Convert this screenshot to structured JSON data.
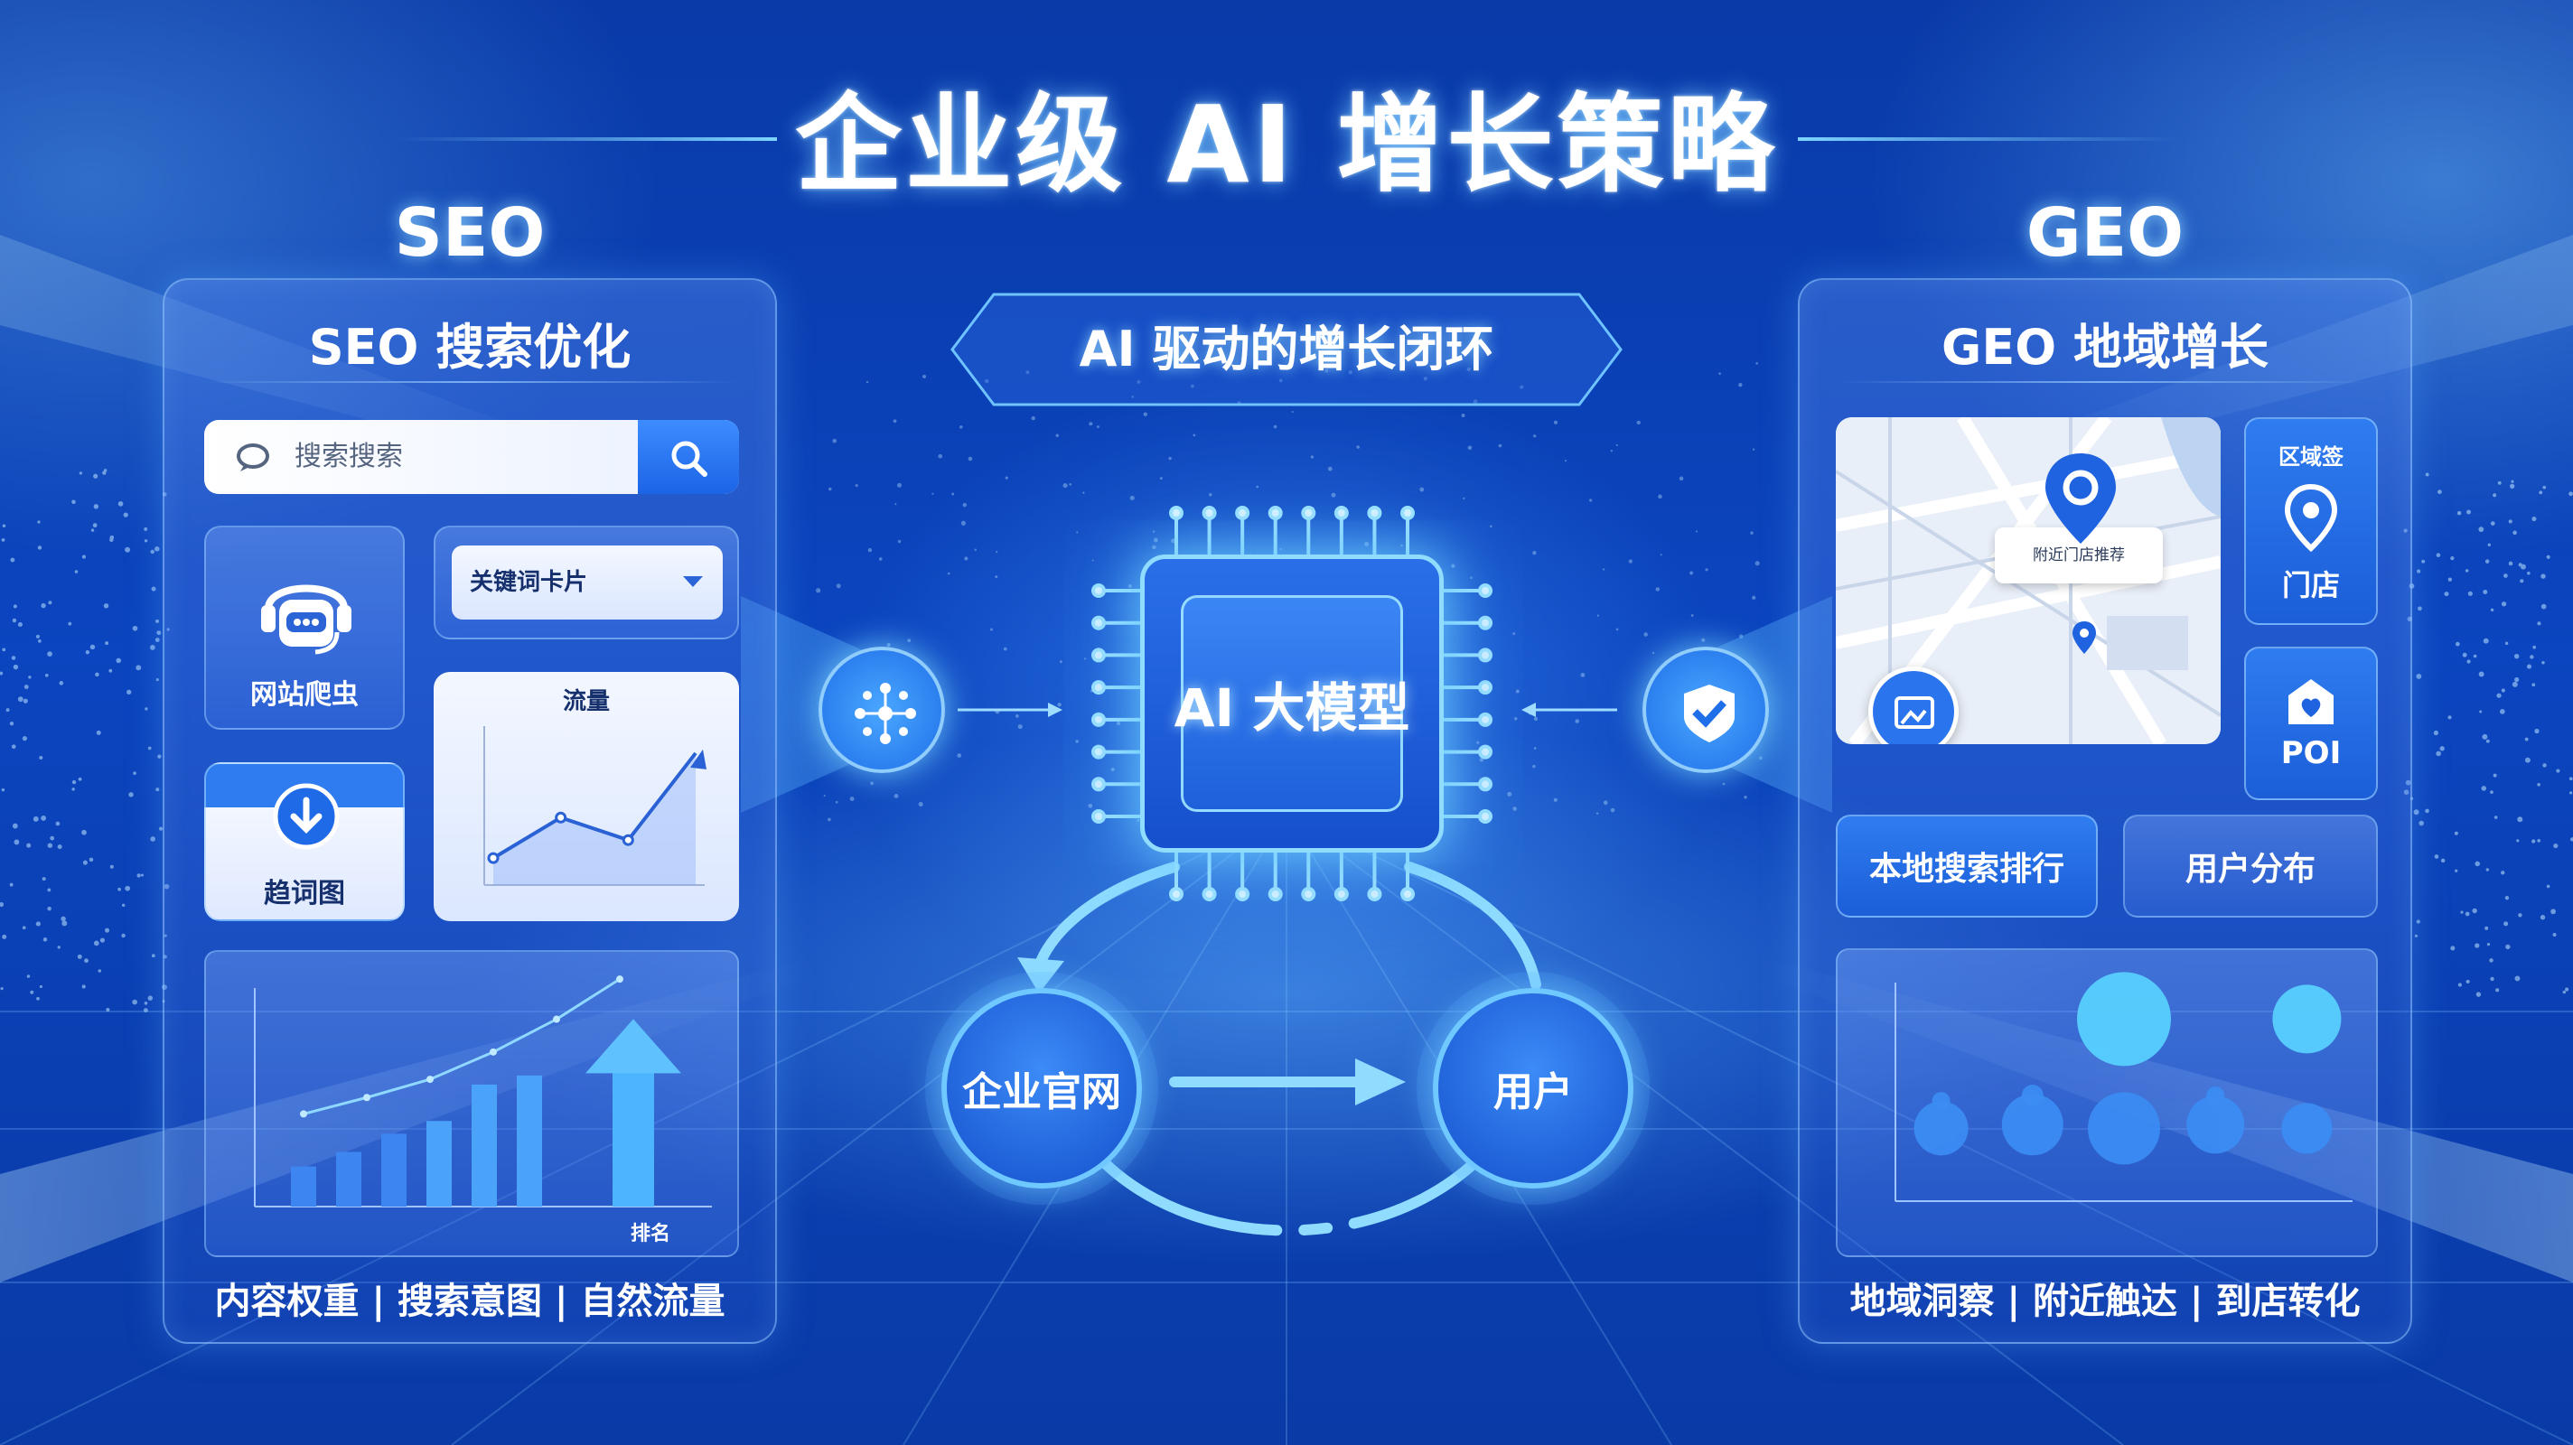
{
  "title": "企业级 AI 增长策略",
  "seo": {
    "heading": "SEO",
    "panel_title": "SEO 搜索优化",
    "search_placeholder": "搜索搜索",
    "crawler_label": "网站爬虫",
    "keyword_dropdown": "关键词卡片",
    "trend_label": "趋词图",
    "traffic_chart_title": "流量",
    "rank_label": "排名",
    "footer": "内容权重 | 搜索意图 | 自然流量"
  },
  "center": {
    "banner": "AI 驱动的增长闭环",
    "chip_label": "AI 大模型",
    "node_left": "企业官网",
    "node_right": "用户"
  },
  "geo": {
    "heading": "GEO",
    "panel_title": "GEO 地域增长",
    "map_popup": "附近门店推荐",
    "region_label": "区域签",
    "store_label": "门店",
    "poi_label": "POI",
    "local_rank_button": "本地搜索排行",
    "user_dist_button": "用户分布",
    "footer": "地域洞察 | 附近触达 | 到店转化"
  },
  "chart_data": [
    {
      "type": "line",
      "title": "流量",
      "values": [
        18,
        45,
        30,
        88
      ]
    },
    {
      "type": "bar",
      "xlabel": "排名",
      "values": [
        22,
        30,
        40,
        47,
        67,
        72,
        98
      ],
      "line_values": [
        36,
        45,
        55,
        70,
        88,
        110
      ],
      "ylim": [
        0,
        120
      ]
    },
    {
      "type": "scatter",
      "points": [
        {
          "x": 1,
          "y": 40,
          "r": 30
        },
        {
          "x": 1,
          "y": 55,
          "r": 10
        },
        {
          "x": 2,
          "y": 42,
          "r": 34
        },
        {
          "x": 2,
          "y": 58,
          "r": 12
        },
        {
          "x": 3,
          "y": 40,
          "r": 40
        },
        {
          "x": 3,
          "y": 100,
          "r": 52
        },
        {
          "x": 4,
          "y": 42,
          "r": 32
        },
        {
          "x": 4,
          "y": 58,
          "r": 10
        },
        {
          "x": 5,
          "y": 100,
          "r": 38
        },
        {
          "x": 5,
          "y": 40,
          "r": 28
        }
      ],
      "ylim": [
        0,
        120
      ]
    }
  ],
  "colors": {
    "accent": "#2f7cf0",
    "glow": "#8fdcff",
    "background": "#0b45bf"
  }
}
